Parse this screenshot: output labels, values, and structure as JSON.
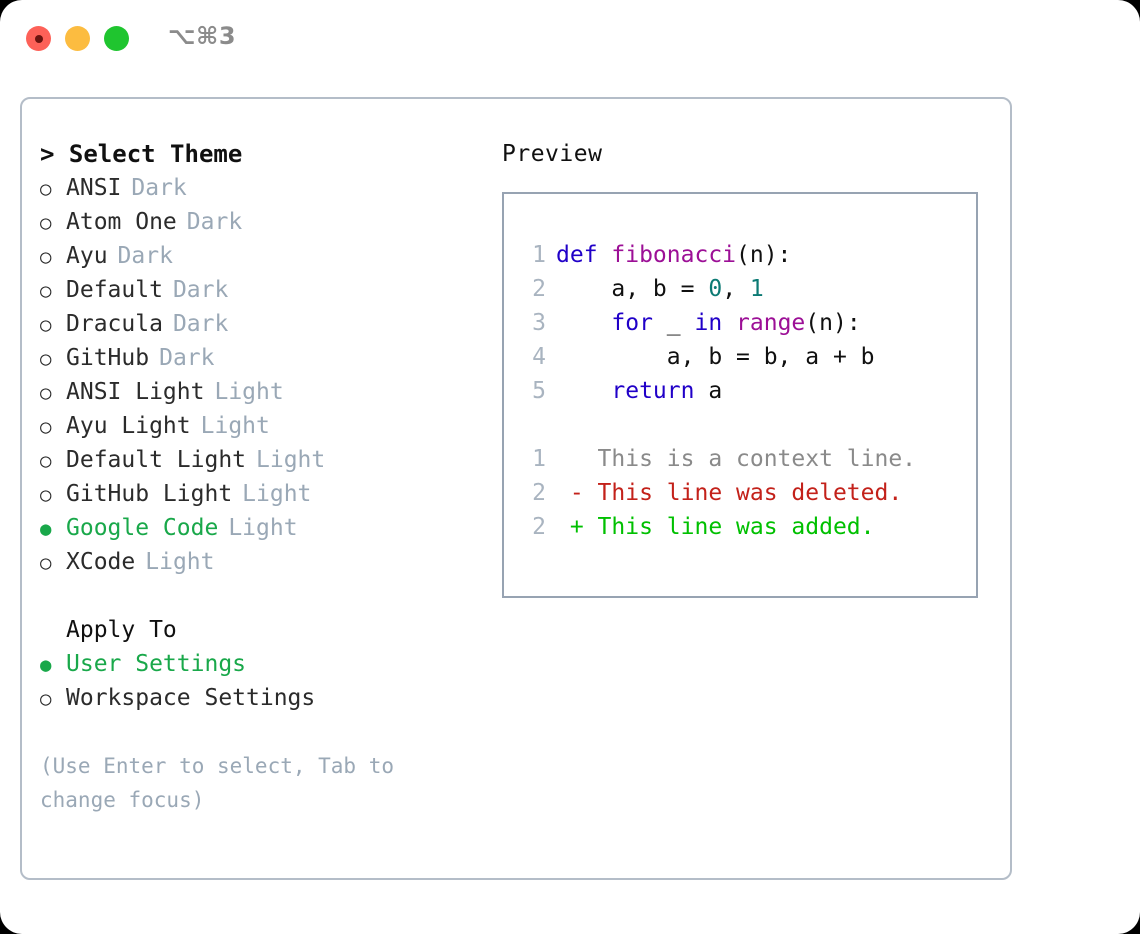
{
  "window": {
    "shortcut": "⌥⌘3",
    "traffic_lights": [
      "close-red",
      "minimize-yellow",
      "maximize-green"
    ]
  },
  "colors": {
    "accent_green": "#19a84a",
    "muted": "#9aa8b6",
    "border": "#b4bdc8",
    "preview_border": "#97a3b2",
    "keyword": "#2000c8",
    "function": "#9c0f96",
    "number": "#0c7a74",
    "diff_context": "#8a8a8a",
    "diff_deleted": "#c3211a",
    "diff_added": "#00c000"
  },
  "theme_list": {
    "header": "> Select Theme",
    "bullet_unselected": "○",
    "bullet_selected": "●",
    "items": [
      {
        "name": "ANSI",
        "tag": "Dark",
        "selected": false
      },
      {
        "name": "Atom One",
        "tag": "Dark",
        "selected": false
      },
      {
        "name": "Ayu",
        "tag": "Dark",
        "selected": false
      },
      {
        "name": "Default",
        "tag": "Dark",
        "selected": false
      },
      {
        "name": "Dracula",
        "tag": "Dark",
        "selected": false
      },
      {
        "name": "GitHub",
        "tag": "Dark",
        "selected": false
      },
      {
        "name": "ANSI Light",
        "tag": "Light",
        "selected": false
      },
      {
        "name": "Ayu Light",
        "tag": "Light",
        "selected": false
      },
      {
        "name": "Default Light",
        "tag": "Light",
        "selected": false
      },
      {
        "name": "GitHub Light",
        "tag": "Light",
        "selected": false
      },
      {
        "name": "Google Code",
        "tag": "Light",
        "selected": true
      },
      {
        "name": "XCode",
        "tag": "Light",
        "selected": false
      }
    ]
  },
  "apply_to": {
    "header": "Apply To",
    "items": [
      {
        "name": "User Settings",
        "selected": true
      },
      {
        "name": "Workspace Settings",
        "selected": false
      }
    ]
  },
  "hint": "(Use Enter to select, Tab to change focus)",
  "preview": {
    "header": "Preview",
    "code_lines": [
      {
        "ln": "1",
        "tokens": [
          {
            "t": "def ",
            "c": "kw"
          },
          {
            "t": "fibonacci",
            "c": "fn"
          },
          {
            "t": "(n):",
            "c": "pln"
          }
        ]
      },
      {
        "ln": "2",
        "tokens": [
          {
            "t": "    a, b = ",
            "c": "pln"
          },
          {
            "t": "0",
            "c": "num"
          },
          {
            "t": ", ",
            "c": "pln"
          },
          {
            "t": "1",
            "c": "num"
          }
        ]
      },
      {
        "ln": "3",
        "tokens": [
          {
            "t": "    ",
            "c": "pln"
          },
          {
            "t": "for",
            "c": "kw"
          },
          {
            "t": " _ ",
            "c": "pln"
          },
          {
            "t": "in",
            "c": "kw"
          },
          {
            "t": " ",
            "c": "pln"
          },
          {
            "t": "range",
            "c": "fn"
          },
          {
            "t": "(n):",
            "c": "pln"
          }
        ]
      },
      {
        "ln": "4",
        "tokens": [
          {
            "t": "        a, b = b, a + b",
            "c": "pln"
          }
        ]
      },
      {
        "ln": "5",
        "tokens": [
          {
            "t": "    ",
            "c": "pln"
          },
          {
            "t": "return",
            "c": "kw"
          },
          {
            "t": " a",
            "c": "pln"
          }
        ]
      }
    ],
    "diff_lines": [
      {
        "ln": "1",
        "marker": "  ",
        "text": "This is a context line.",
        "kind": "ctx"
      },
      {
        "ln": "2",
        "marker": "- ",
        "text": "This line was deleted.",
        "kind": "del"
      },
      {
        "ln": "2",
        "marker": "+ ",
        "text": "This line was added.",
        "kind": "add"
      }
    ]
  }
}
